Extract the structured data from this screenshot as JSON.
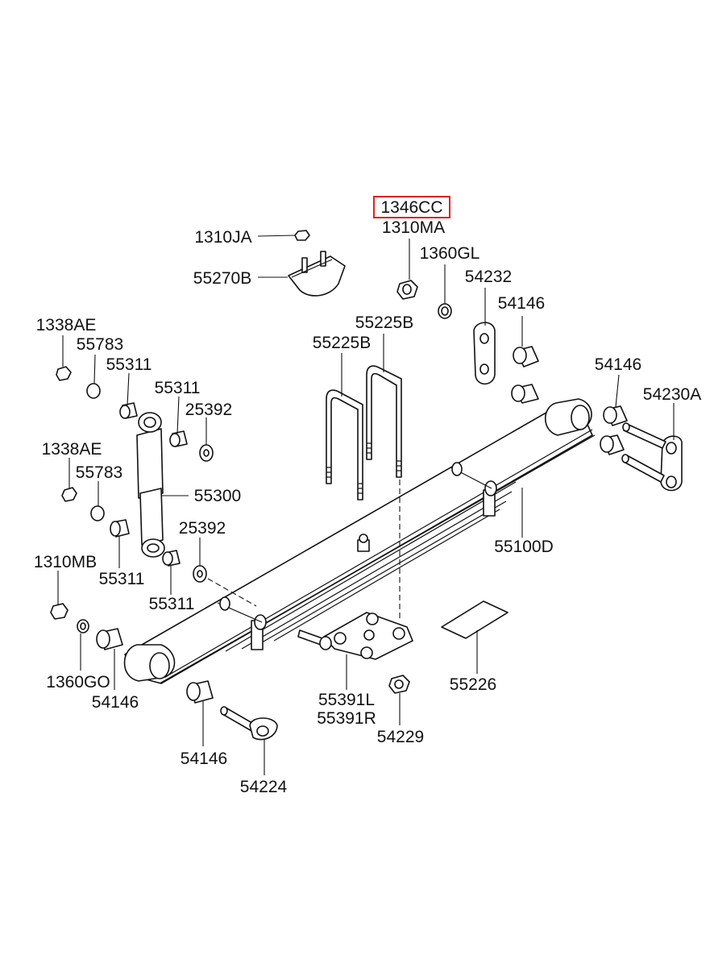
{
  "highlight_color": "#e0211f",
  "labels": {
    "p1346CC": "1346CC",
    "p1310MA": "1310MA",
    "p1310JA": "1310JA",
    "p55270B": "55270B",
    "p1360GL": "1360GL",
    "p54232": "54232",
    "p54146_top": "54146",
    "p55225B_a": "55225B",
    "p55225B_b": "55225B",
    "p1338AE_a": "1338AE",
    "p55783_a": "55783",
    "p55311_a": "55311",
    "p55311_b": "55311",
    "p25392_a": "25392",
    "p54146_r": "54146",
    "p54230A": "54230A",
    "p1338AE_b": "1338AE",
    "p55783_b": "55783",
    "p55300": "55300",
    "p25392_b": "25392",
    "p55311_c": "55311",
    "p55100D": "55100D",
    "p1310MB": "1310MB",
    "p55311_d": "55311",
    "p1360GO": "1360GO",
    "p54146_l": "54146",
    "p55391L": "55391L",
    "p55391R": "55391R",
    "p55226": "55226",
    "p54229": "54229",
    "p54146_b": "54146",
    "p54224": "54224"
  }
}
